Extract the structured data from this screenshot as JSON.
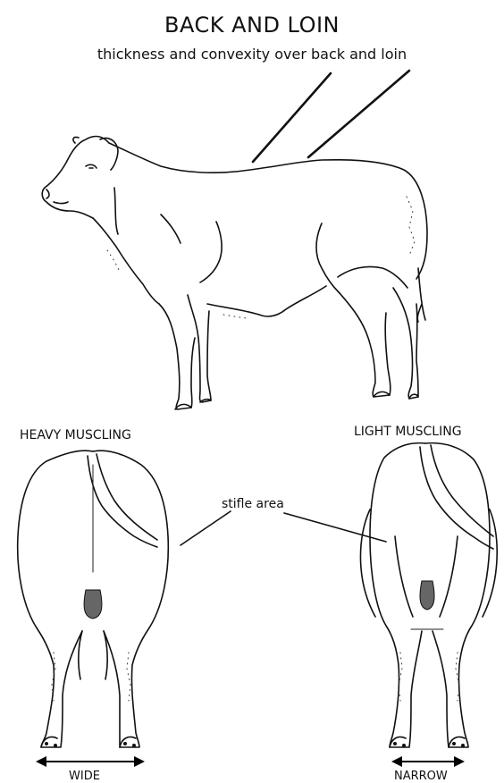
{
  "title": "BACK AND LOIN",
  "subtitle": "thickness and convexity over back and loin",
  "labels": {
    "heavy": "HEAVY MUSCLING",
    "light": "LIGHT MUSCLING",
    "stifle": "stifle area",
    "wide": "WIDE",
    "narrow": "NARROW"
  }
}
